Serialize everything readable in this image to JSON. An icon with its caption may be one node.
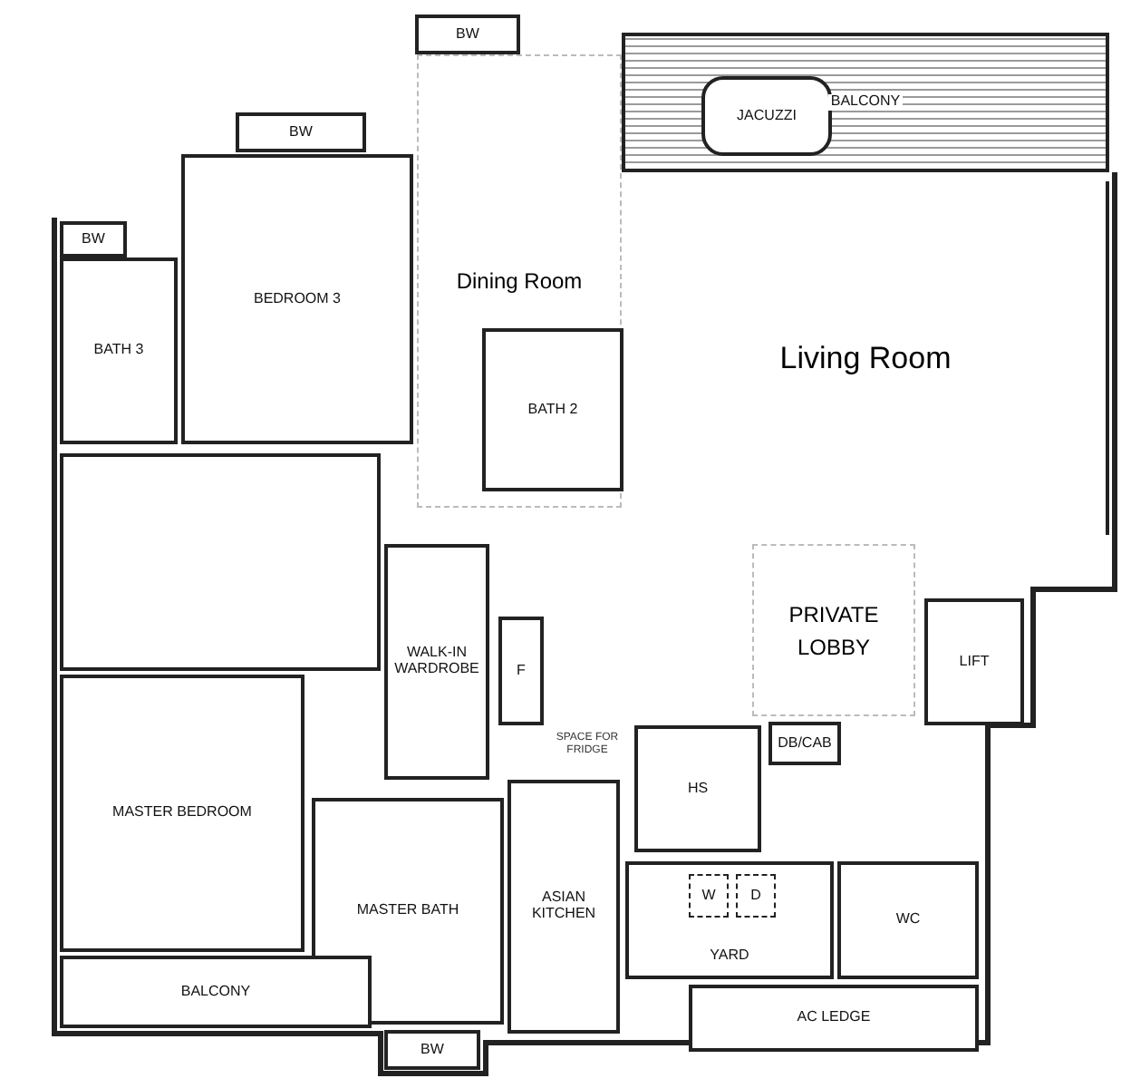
{
  "diagram": {
    "nodes": [
      {
        "text": [
          "BW"
        ]
      },
      {
        "text": [
          "BALCONY"
        ]
      },
      {
        "text": [
          "JACUZZI"
        ],
        "in": 1
      },
      {
        "text": [
          "BW"
        ]
      },
      {
        "text": [
          "Dining Room"
        ]
      },
      {
        "text": [
          "BATH 2"
        ],
        "in": 4
      },
      {
        "text": [
          "Living Room"
        ]
      },
      {
        "text": [
          "BW"
        ]
      },
      {
        "text": [
          "BEDROOM 3"
        ]
      },
      {
        "text": [
          "BATH 3"
        ]
      },
      {
        "text": [],
        "shape": "box"
      },
      {
        "text": [
          "WALK-IN WARDROBE"
        ]
      },
      {
        "text": [
          "F"
        ]
      },
      {
        "text": [
          "PRIVATE LOBBY"
        ]
      },
      {
        "text": [
          "LIFT"
        ]
      },
      {
        "text": [
          "MASTER BEDROOM"
        ]
      },
      {
        "text": [
          "DB/CAB"
        ]
      },
      {
        "text": [
          "HS"
        ]
      },
      {
        "text": [
          "MASTER BATH"
        ]
      },
      {
        "text": [
          "ASIAN KITCHEN"
        ]
      },
      {
        "text": [
          "YARD"
        ]
      },
      {
        "text": [
          "W"
        ],
        "in": 20
      },
      {
        "text": [
          "D"
        ],
        "in": 20
      },
      {
        "text": [
          "WC"
        ]
      },
      {
        "text": [
          "BALCONY"
        ]
      },
      {
        "text": [
          "AC LEDGE"
        ]
      },
      {
        "text": [
          "BW"
        ]
      }
    ],
    "labels": [
      "SPACE FOR FRIDGE"
    ]
  }
}
